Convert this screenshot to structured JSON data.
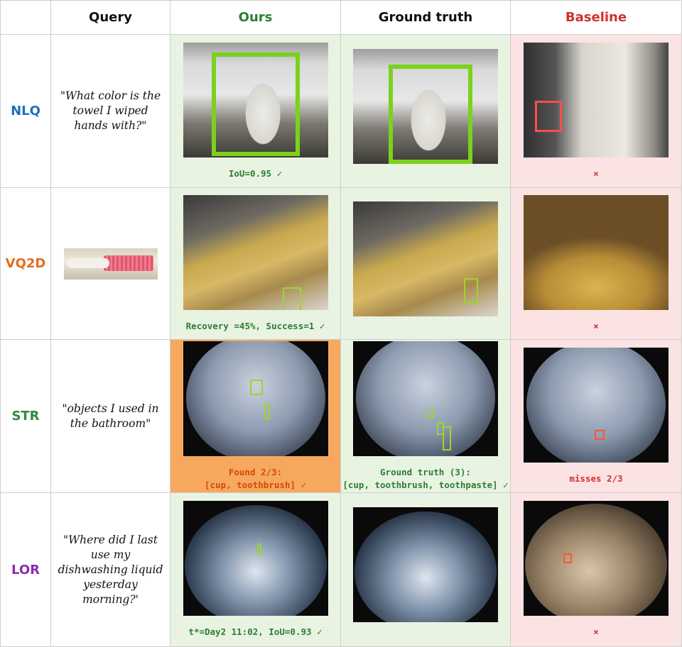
{
  "header": {
    "query": "Query",
    "ours": "Ours",
    "ground_truth": "Ground truth",
    "baseline": "Baseline"
  },
  "colors": {
    "ours": "#2e7d32",
    "baseline": "#d32f2f",
    "nlq": "#1f6fbf",
    "vq2d": "#e86b1a",
    "str": "#2e8b3a",
    "lor": "#8a2bb5"
  },
  "rows": [
    {
      "label": "NLQ",
      "query": "\"What color is the towel I wiped hands with?\"",
      "ours_caption": "IoU=0.95 ✓",
      "gt_caption": "",
      "baseline_caption": "×"
    },
    {
      "label": "VQ2D",
      "query": "",
      "query_image": "brush-image",
      "ours_caption": "Recovery =45%,  Success=1 ✓",
      "gt_caption": "",
      "baseline_caption": "×"
    },
    {
      "label": "STR",
      "query": "\"objects I used in the bathroom\"",
      "ours_caption_line1": "Found 2/3:",
      "ours_caption_line2": "[cup, toothbrush] ✓",
      "gt_caption_line1": "Ground truth (3):",
      "gt_caption_line2": "[cup, toothbrush, toothpaste] ✓",
      "baseline_caption": "misses 2/3"
    },
    {
      "label": "LOR",
      "query": "\"Where did I last use my dishwashing liquid yesterday morning?'",
      "ours_caption": "t*=Day2 11:02, IoU=0.93 ✓",
      "gt_caption": "",
      "baseline_caption": "×"
    }
  ]
}
